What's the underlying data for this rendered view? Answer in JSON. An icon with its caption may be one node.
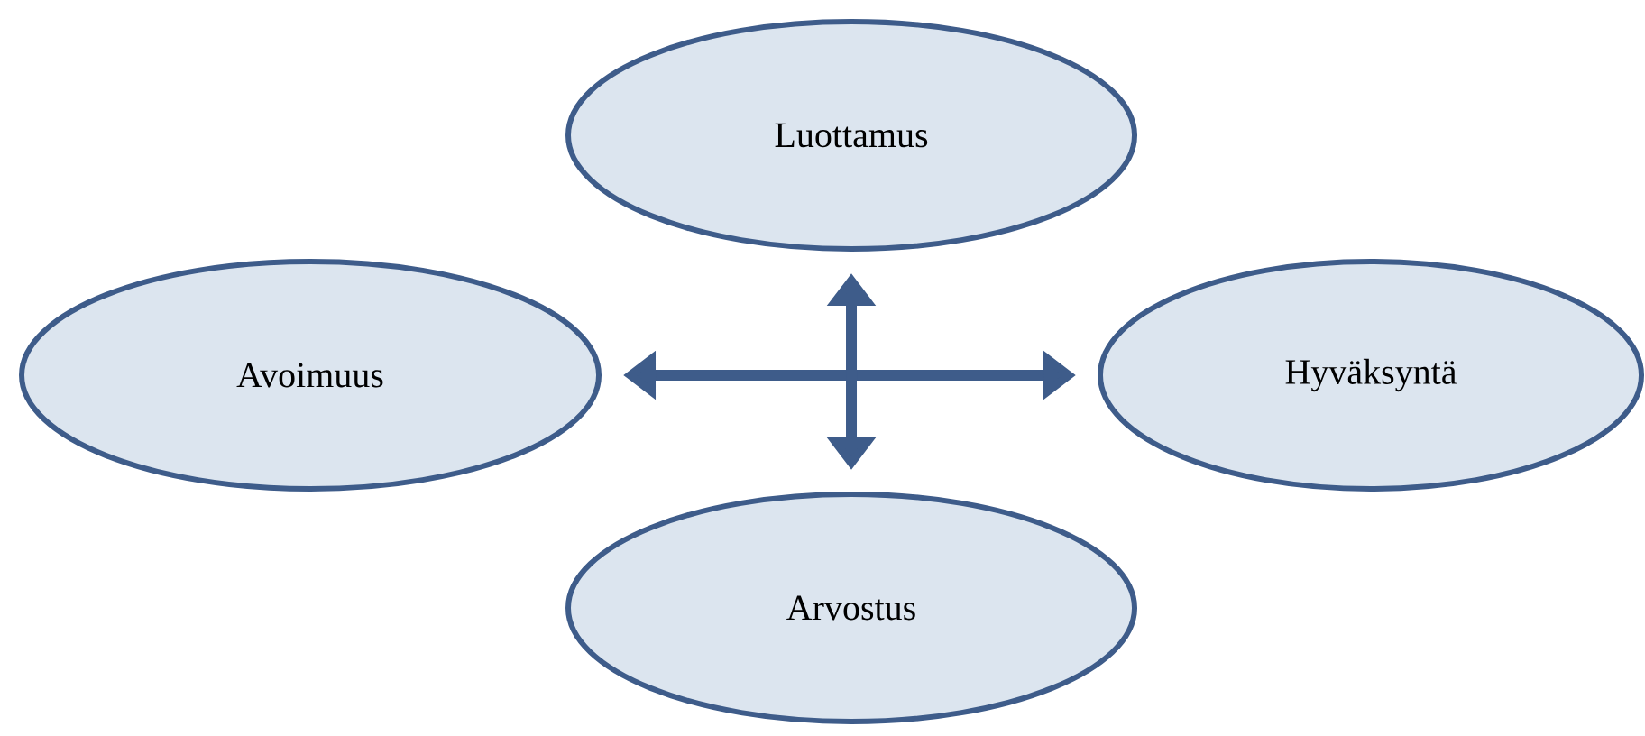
{
  "diagram": {
    "nodes": [
      {
        "text": [
          "Luottamus"
        ]
      },
      {
        "text": [
          "Avoimuus"
        ]
      },
      {
        "text": [
          "Hyväksyntä"
        ]
      },
      {
        "text": [
          "Arvostus"
        ]
      }
    ],
    "edges": [
      {
        "from": 1,
        "to": 2,
        "arrow": "both"
      },
      {
        "from": 0,
        "to": 3,
        "arrow": "both"
      }
    ]
  }
}
